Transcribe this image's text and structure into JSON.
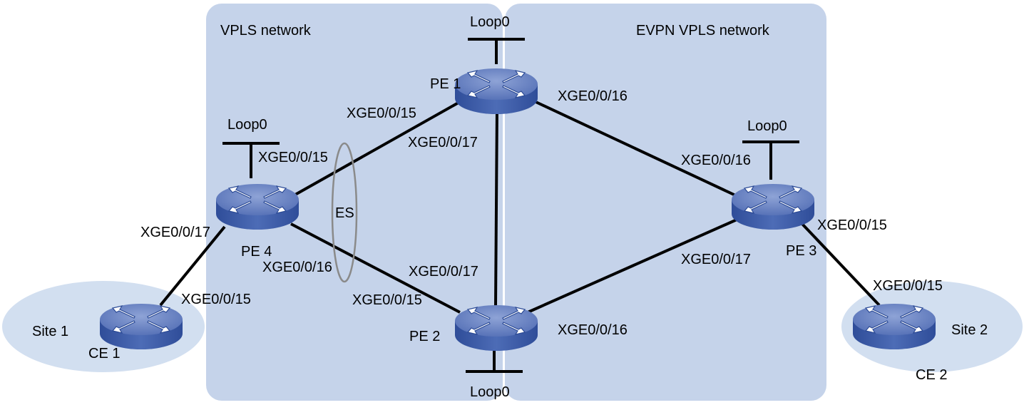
{
  "regions": {
    "vpls": "VPLS network",
    "evpn": "EVPN VPLS network"
  },
  "sites": {
    "site1": "Site 1",
    "site2": "Site 2"
  },
  "devices": {
    "pe1": "PE 1",
    "pe2": "PE 2",
    "pe3": "PE 3",
    "pe4": "PE 4",
    "ce1": "CE 1",
    "ce2": "CE 2"
  },
  "loopbacks": {
    "pe1": "Loop0",
    "pe2": "Loop0",
    "pe3": "Loop0",
    "pe4": "Loop0"
  },
  "es_label": "ES",
  "interfaces": {
    "pe1_pe4": "XGE0/0/15",
    "pe1_pe2": "XGE0/0/17",
    "pe1_pe3": "XGE0/0/16",
    "pe4_pe1": "XGE0/0/15",
    "pe4_ce1": "XGE0/0/17",
    "pe4_pe2": "XGE0/0/16",
    "ce1_pe4": "XGE0/0/15",
    "pe2_pe1": "XGE0/0/17",
    "pe2_pe4": "XGE0/0/15",
    "pe2_pe3": "XGE0/0/16",
    "pe3_pe1": "XGE0/0/16",
    "pe3_pe2": "XGE0/0/17",
    "pe3_ce2": "XGE0/0/15",
    "ce2_pe3": "XGE0/0/15"
  },
  "colors": {
    "region_fill": "#c5d3ea",
    "site_fill": "#d2dff0",
    "router_top": "#6d86c4",
    "router_side": "#3c5aa6",
    "es_ellipse": "#8a8a8a"
  }
}
